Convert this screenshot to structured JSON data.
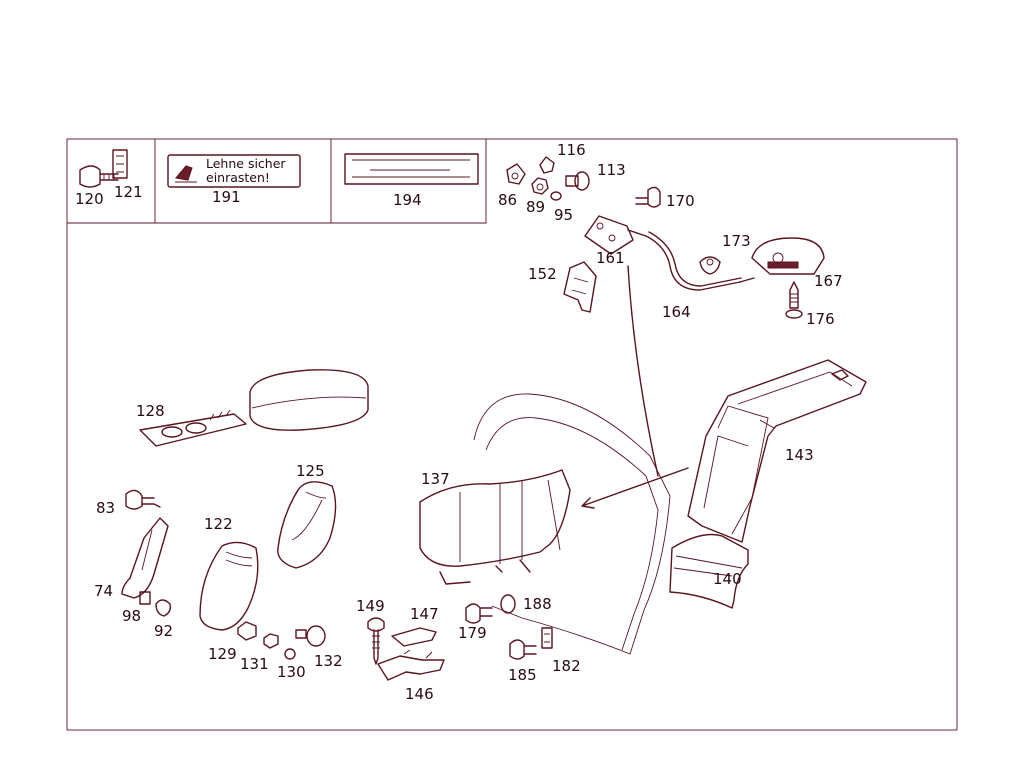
{
  "decal_text": {
    "line1": "Lehne sicher",
    "line2": "einrasten!"
  },
  "labels": {
    "p120": "120",
    "p121": "121",
    "p191": "191",
    "p194": "194",
    "p116": "116",
    "p113": "113",
    "p86": "86",
    "p89": "89",
    "p95": "95",
    "p170": "170",
    "p173": "173",
    "p167": "167",
    "p176": "176",
    "p152": "152",
    "p161": "161",
    "p164": "164",
    "p128": "128",
    "p125": "125",
    "p137": "137",
    "p143": "143",
    "p83": "83",
    "p122": "122",
    "p74": "74",
    "p98": "98",
    "p92": "92",
    "p140": "140",
    "p149": "149",
    "p147": "147",
    "p179": "179",
    "p188": "188",
    "p129": "129",
    "p131": "131",
    "p130": "130",
    "p132": "132",
    "p146": "146",
    "p185": "185",
    "p182": "182"
  },
  "colors": {
    "line": "#5a1420",
    "text": "#2a0a10",
    "background": "#ffffff"
  }
}
